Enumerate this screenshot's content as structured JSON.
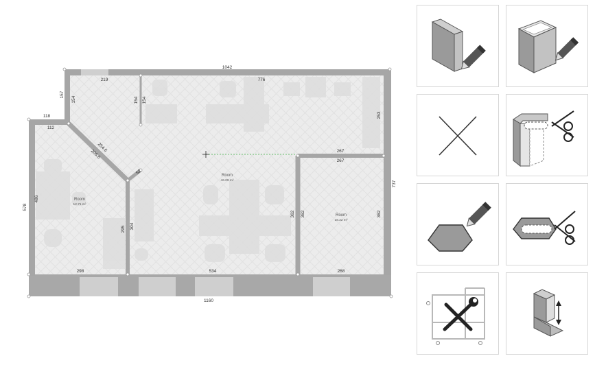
{
  "plan": {
    "dimensions": {
      "top_total": "1042",
      "top_left": "219",
      "top_mid": "776",
      "left_notch_h": "157",
      "left_notch_w": "118",
      "left_inner_short": "112",
      "left_outer": "578",
      "left_inner": "486",
      "diag_outer": "254.6",
      "diag_inner": "206.6",
      "diag_small": "52",
      "partition_a": "154",
      "partition_b": "154",
      "right_upper": "253",
      "right_outer": "737",
      "room3_top_outer": "267",
      "room3_top_inner": "267",
      "room3_left_outer": "362",
      "room3_left_inner": "362",
      "room3_right_inner": "362",
      "wall_a": "295",
      "wall_b": "304",
      "bottom_left": "298",
      "bottom_mid": "534",
      "bottom_right": "268",
      "bottom_total": "1160"
    },
    "rooms": [
      {
        "label": "Room",
        "area": "12.71 m²"
      },
      {
        "label": "Room",
        "area": "46.09 m²"
      },
      {
        "label": "Room",
        "area": "18.22 m²"
      }
    ]
  },
  "tools": [
    {
      "id": "draw-wall",
      "icon": "wall-pencil-icon"
    },
    {
      "id": "draw-room",
      "icon": "box-pencil-icon"
    },
    {
      "id": "delete",
      "icon": "cross-icon"
    },
    {
      "id": "cut-walls",
      "icon": "walls-scissors-icon"
    },
    {
      "id": "draw-polygon",
      "icon": "hexagon-pencil-icon"
    },
    {
      "id": "cut-polygon",
      "icon": "hexagon-scissors-icon"
    },
    {
      "id": "plan-settings",
      "icon": "wrench-screwdriver-icon"
    },
    {
      "id": "wall-height",
      "icon": "wall-arrows-icon"
    }
  ]
}
